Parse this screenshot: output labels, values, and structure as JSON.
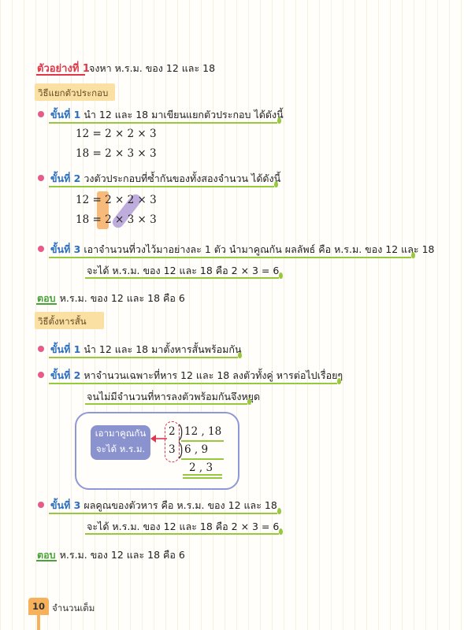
{
  "example": {
    "label": "ตัวอย่างที่ 1",
    "text": "จงหา ห.ร.ม. ของ 12 และ 18"
  },
  "method1": {
    "title": "วิธีแยกตัวประกอบ",
    "step1": {
      "label": "ขั้นที่ 1",
      "text": "นำ 12 และ 18 มาเขียนแยกตัวประกอบ ได้ดังนี้",
      "eq1": "12 = 2 × 2 × 3",
      "eq2": "18 = 2 × 3 × 3"
    },
    "step2": {
      "label": "ขั้นที่ 2",
      "text": "วงตัวประกอบที่ซ้ำกันของทั้งสองจำนวน ได้ดังนี้",
      "eq1": {
        "lhs": "12 =",
        "a": "2",
        "op1": "×",
        "b": "2",
        "op2": "×",
        "c": "3"
      },
      "eq2": {
        "lhs": "18 =",
        "a": "2",
        "op1": "×",
        "b": "3",
        "op2": "×",
        "c": "3"
      }
    },
    "step3": {
      "label": "ขั้นที่ 3",
      "text": "เอาจำนวนที่วงไว้มาอย่างละ 1 ตัว นำมาคูณกัน ผลลัพธ์ คือ ห.ร.ม. ของ 12 และ 18",
      "result": "จะได้ ห.ร.ม. ของ 12 และ 18 คือ 2 × 3 = 6"
    },
    "answer": {
      "label": "ตอบ",
      "text": "ห.ร.ม. ของ 12 และ 18 คือ 6"
    }
  },
  "method2": {
    "title": "วิธีตั้งหารสั้น",
    "step1": {
      "label": "ขั้นที่ 1",
      "text": "นำ 12 และ 18 มาตั้งหารสั้นพร้อมกัน"
    },
    "step2": {
      "label": "ขั้นที่ 2",
      "text": "หาจำนวนเฉพาะที่หาร 12 และ 18 ลงตัวทั้งคู่ หารต่อไปเรื่อยๆ",
      "text2": "จนไม่มีจำนวนที่หารลงตัวพร้อมกันจึงหยุด"
    },
    "diagram": {
      "label_line1": "เอามาคูณกัน",
      "label_line2": "จะได้ ห.ร.ม.",
      "divisors": [
        "2",
        "3"
      ],
      "rows": [
        "12 , 18",
        "6 ,  9",
        "2 ,  3"
      ]
    },
    "step3": {
      "label": "ขั้นที่ 3",
      "text": "ผลคูณของตัวหาร คือ ห.ร.ม. ของ 12 และ 18",
      "result": "จะได้ ห.ร.ม. ของ 12 และ 18 คือ 2 × 3 = 6"
    },
    "answer": {
      "label": "ตอบ",
      "text": "ห.ร.ม. ของ 12 และ 18 คือ 6"
    }
  },
  "footer": {
    "page": "10",
    "chapter": "จำนวนเต็ม"
  },
  "colors": {
    "example": "#e0364a",
    "step": "#2b6fc1",
    "bullet": "#e75a8a",
    "underline": "#98c83b",
    "answer": "#4aa33a",
    "method_bg": "#fbe0a4",
    "box_border": "#8f98d6",
    "highlight_orange": "#f6b26b",
    "highlight_purple": "#b7a3d9",
    "footer": "#f8b15b"
  }
}
